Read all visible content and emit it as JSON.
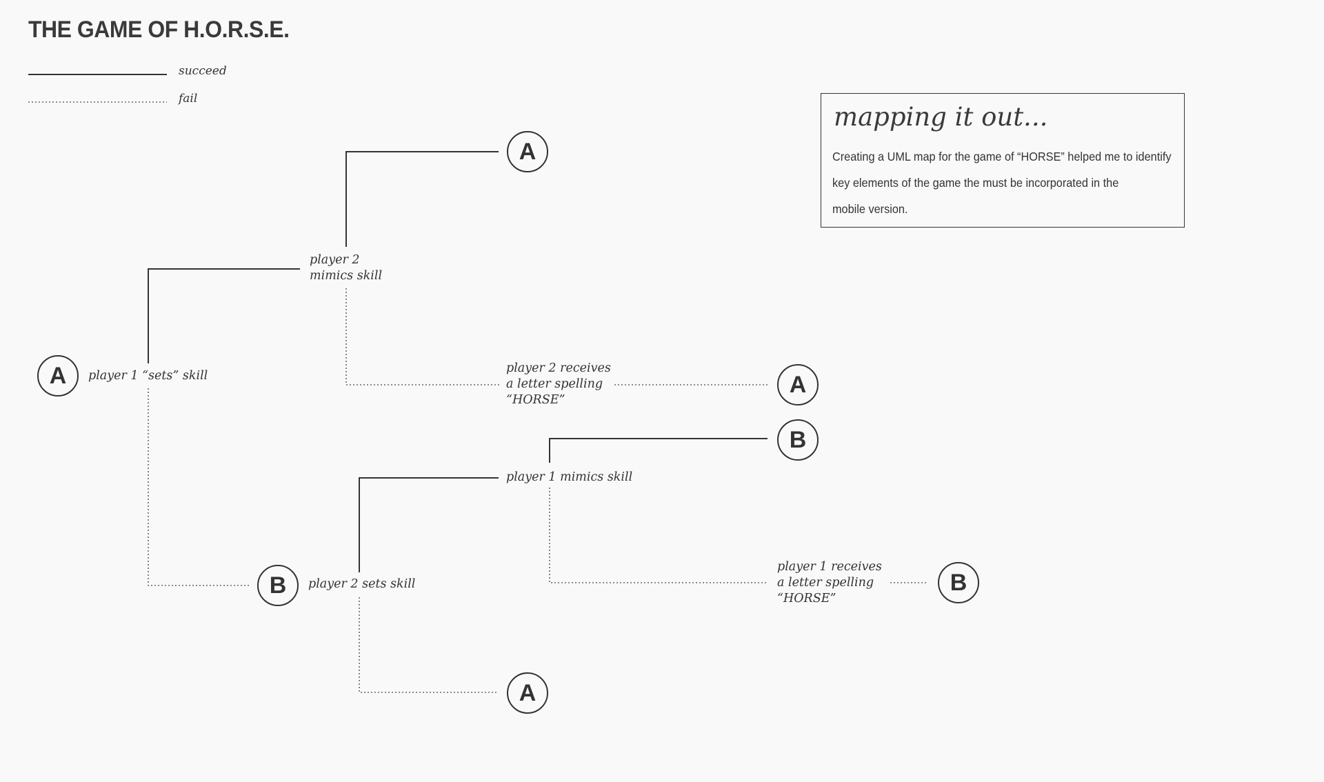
{
  "title": "THE GAME OF H.O.R.S.E.",
  "legend": {
    "succeed_label": "succeed",
    "fail_label": "fail"
  },
  "info_box": {
    "heading": "mapping it out...",
    "lines": [
      "Creating a UML map for the game of “HORSE” helped me to identify",
      "key elements of the game the must be incorporated in the",
      "mobile version."
    ]
  },
  "nodes": {
    "start": "A",
    "success_a_top": "A",
    "fail_a_mid": "A",
    "success_b": "B",
    "p2_sets": "B",
    "fail_b": "B",
    "bottom_a": "A"
  },
  "labels": {
    "p1_sets": "player 1 “sets” skill",
    "p2_mimics": [
      "player 2",
      "mimics skill"
    ],
    "p2_receives": [
      "player 2 receives",
      "a letter spelling",
      "“HORSE”"
    ],
    "p1_mimics": "player 1 mimics skill",
    "p2_sets_skill": "player 2 sets skill",
    "p1_receives": [
      "player 1 receives",
      "a letter spelling",
      "“HORSE”"
    ]
  },
  "colors": {
    "background": "#f9f9f9",
    "ink": "#333333"
  }
}
